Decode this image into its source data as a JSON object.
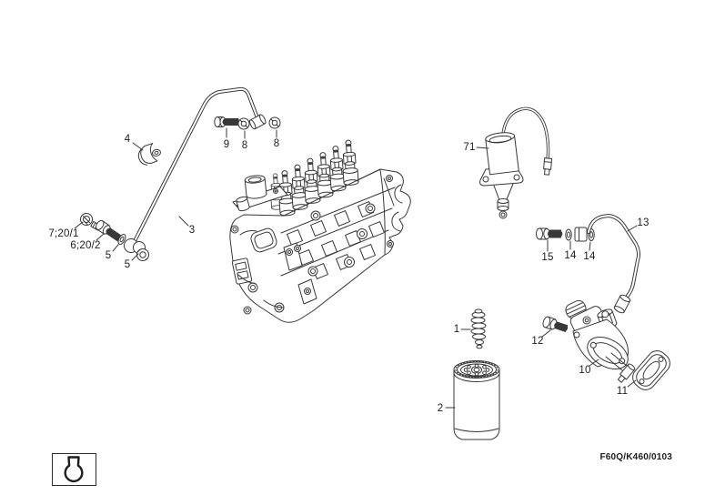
{
  "diagram": {
    "type": "exploded-parts-diagram",
    "subject": "fuel injection pump, fuel filter, lift pump and fuel lines",
    "line_color": "#383838",
    "background_color": "#ffffff"
  },
  "callouts": {
    "c1": "1",
    "c2": "2",
    "c3": "3",
    "c4": "4",
    "c5a": "5",
    "c5b": "5",
    "c6": "6;20/2",
    "c7": "7;20/1",
    "c8a": "8",
    "c8b": "8",
    "c9": "9",
    "c10": "10",
    "c11": "11",
    "c12": "12",
    "c13": "13",
    "c14a": "14",
    "c14b": "14",
    "c15": "15",
    "c71": "71"
  },
  "footer": {
    "drawing_code": "F60Q/K460/0103"
  },
  "legend": {
    "icon": "pump-bulb-outline-icon"
  }
}
